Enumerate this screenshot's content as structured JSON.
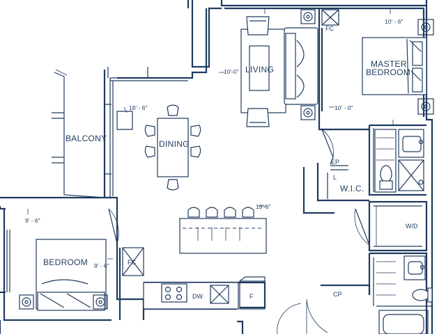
{
  "rooms": {
    "living": "LIVING",
    "master_line1": "MASTER",
    "master_line2": "BEDROOM",
    "balcony": "BALCONY",
    "dining": "DINING",
    "bedroom": "BEDROOM",
    "wic": "W.I.C."
  },
  "dimensions": {
    "living_width": "10'-0\"",
    "master_width": "10' - 6\"",
    "master_depth": "10' - 0\"",
    "dining": "18' - 6\"",
    "kitchen": "19'-6\"",
    "bedroom_width": "9' - 6\"",
    "bedroom_depth": "9' - 6\""
  },
  "fixtures": {
    "fc_top": "FC",
    "fc_bottom": "FC",
    "ep": "EP",
    "linen": "L",
    "wd": "W/D",
    "dw": "DW",
    "fridge": "F",
    "cp": "CP"
  }
}
